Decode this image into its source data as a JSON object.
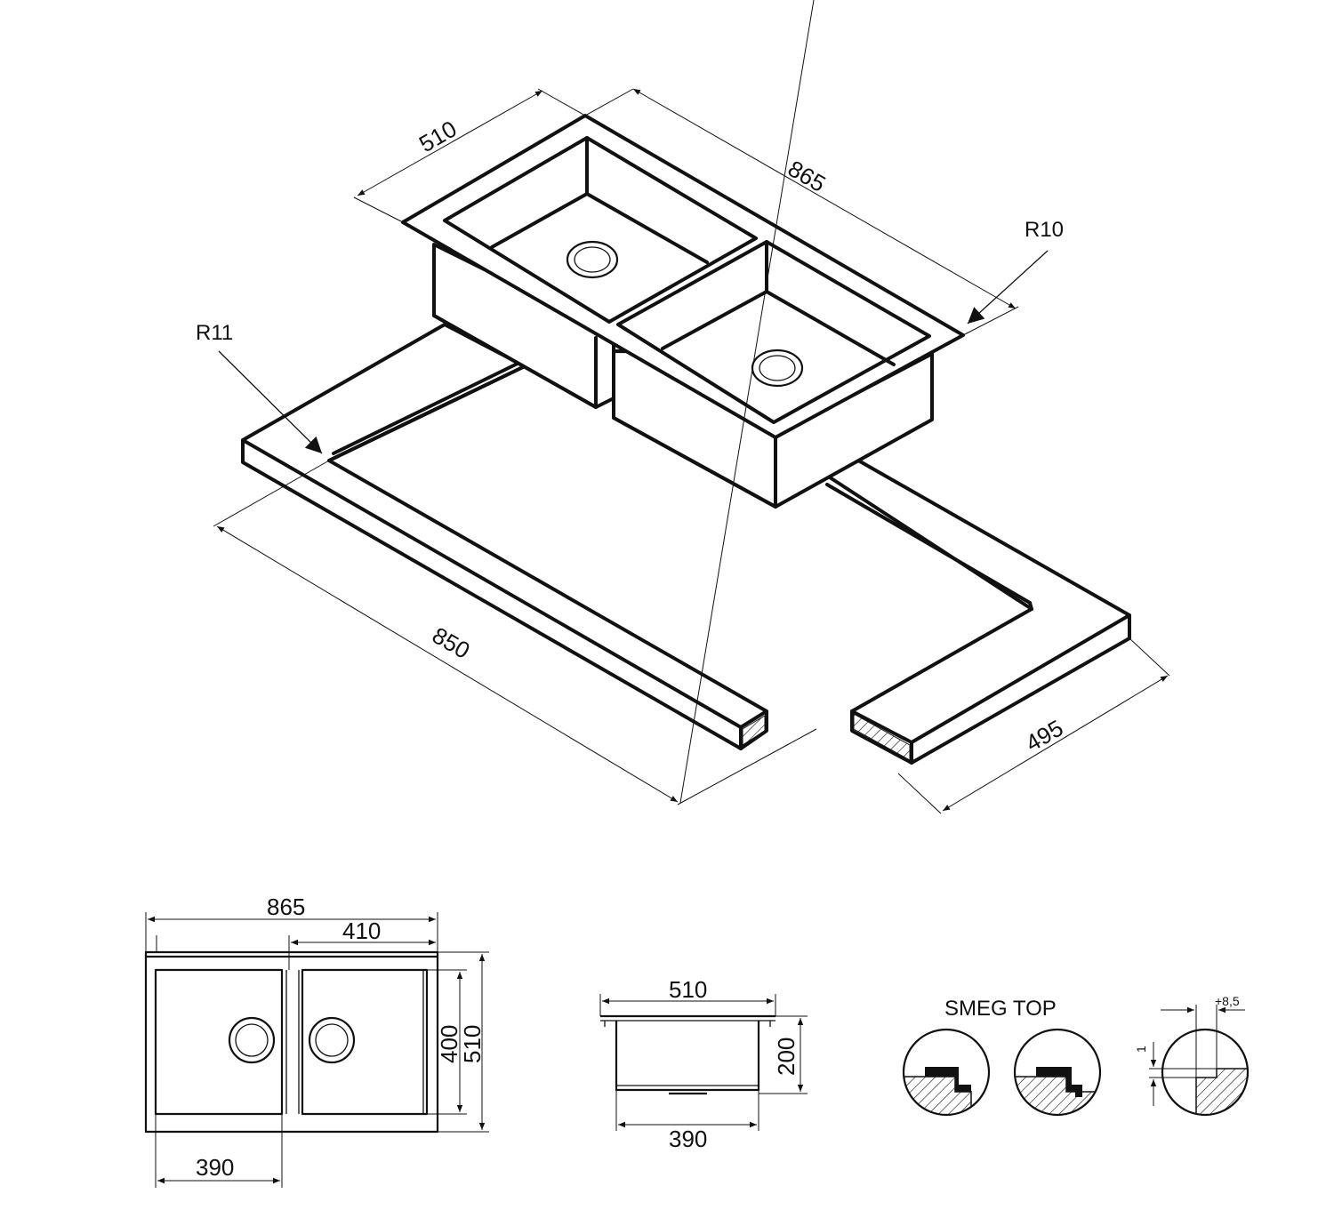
{
  "iso": {
    "dim_width": "510",
    "dim_length": "865",
    "radius_top": "R10",
    "radius_cut": "R11",
    "dim_cutout_length": "850",
    "dim_cutout_depth": "495"
  },
  "plan": {
    "overall_width": "865",
    "right_bowl_width": "410",
    "bowl_depth": "400",
    "overall_depth": "510",
    "left_bowl_width": "390"
  },
  "section": {
    "top_width": "510",
    "height": "200",
    "bottom_width": "390"
  },
  "details": {
    "title": "SMEG TOP",
    "offset": "+8,5",
    "step": "1"
  }
}
